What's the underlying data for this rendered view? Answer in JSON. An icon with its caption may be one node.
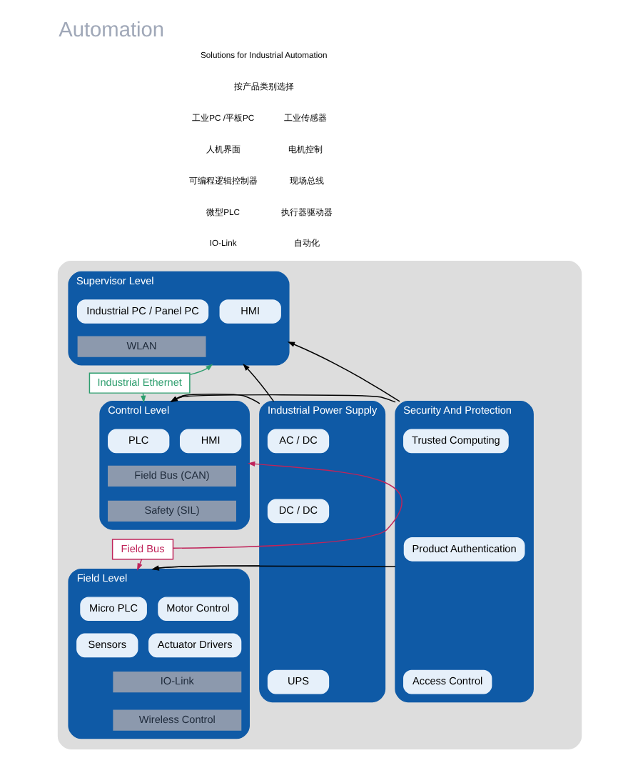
{
  "diagram": {
    "title": "Automation",
    "nodes": [
      {
        "text": [],
        "shape": "box"
      },
      {
        "text": [
          "Industrial Power Supply"
        ],
        "in": 0
      },
      {
        "text": [
          "AC / DC"
        ],
        "in": 1
      },
      {
        "text": [
          "DC / DC"
        ],
        "in": 1
      },
      {
        "text": [
          "UPS"
        ],
        "in": 1
      },
      {
        "text": [
          "Supervisor Level"
        ],
        "in": 0
      },
      {
        "text": [
          "Industrial PC / Panel PC"
        ],
        "in": 5
      },
      {
        "text": [
          "HMI"
        ],
        "in": 5
      },
      {
        "text": [
          "WLAN"
        ],
        "in": 5
      },
      {
        "text": [
          "Industrial Ethernet"
        ],
        "in": 0
      },
      {
        "text": [
          "Control Level"
        ],
        "in": 0
      },
      {
        "text": [
          "PLC"
        ],
        "in": 10
      },
      {
        "text": [
          "HMI"
        ],
        "in": 10
      },
      {
        "text": [
          "Field Bus (CAN)"
        ],
        "in": 10
      },
      {
        "text": [
          "Safety (SIL)"
        ],
        "in": 10
      },
      {
        "text": [
          "Field Bus"
        ],
        "in": 0
      },
      {
        "text": [
          "Field Level"
        ],
        "in": 0
      },
      {
        "text": [
          "Micro PLC"
        ],
        "in": 16
      },
      {
        "text": [
          "Motor Control"
        ],
        "in": 16
      },
      {
        "text": [
          "Sensors"
        ],
        "in": 16
      },
      {
        "text": [
          "Actuator Drivers"
        ],
        "in": 16
      },
      {
        "text": [
          "IO-Link"
        ],
        "in": 16
      },
      {
        "text": [
          "Wireless Control"
        ],
        "in": 16
      },
      {
        "text": [
          "Security And Protection"
        ],
        "in": 0
      },
      {
        "text": [
          "Trusted Computing"
        ],
        "in": 23
      },
      {
        "text": [
          "Product Authentication"
        ],
        "in": 23
      },
      {
        "text": [
          "Access Control"
        ],
        "in": 23
      }
    ],
    "edges": [
      {
        "from": 1,
        "to": 5,
        "arrow": "to"
      },
      {
        "from": 1,
        "to": 10,
        "arrow": "to"
      },
      {
        "from": 1,
        "to": 16,
        "arrow": "to"
      },
      {
        "from": 23,
        "to": 5,
        "arrow": "to"
      },
      {
        "from": 23,
        "to": 10,
        "arrow": "to"
      },
      {
        "from": 23,
        "to": 16,
        "arrow": "to"
      },
      {
        "from": 9,
        "to": 5,
        "arrow": "to",
        "color": "#2e9e6e"
      },
      {
        "from": 9,
        "to": 10,
        "arrow": "to",
        "color": "#2e9e6e"
      },
      {
        "from": 15,
        "to": 10,
        "arrow": "to",
        "color": "#c0245a"
      },
      {
        "from": 15,
        "to": 16,
        "arrow": "to",
        "color": "#c0245a"
      }
    ],
    "labels": [
      "Solutions for Industrial Automation",
      "按产品类别选择",
      "工业PC /平板PC",
      "工业传感器",
      "人机界面",
      "电机控制",
      "可编程逻辑控制器",
      "现场总线",
      "微型PLC",
      "执行器驱动器",
      "IO-Link",
      "自动化"
    ]
  }
}
